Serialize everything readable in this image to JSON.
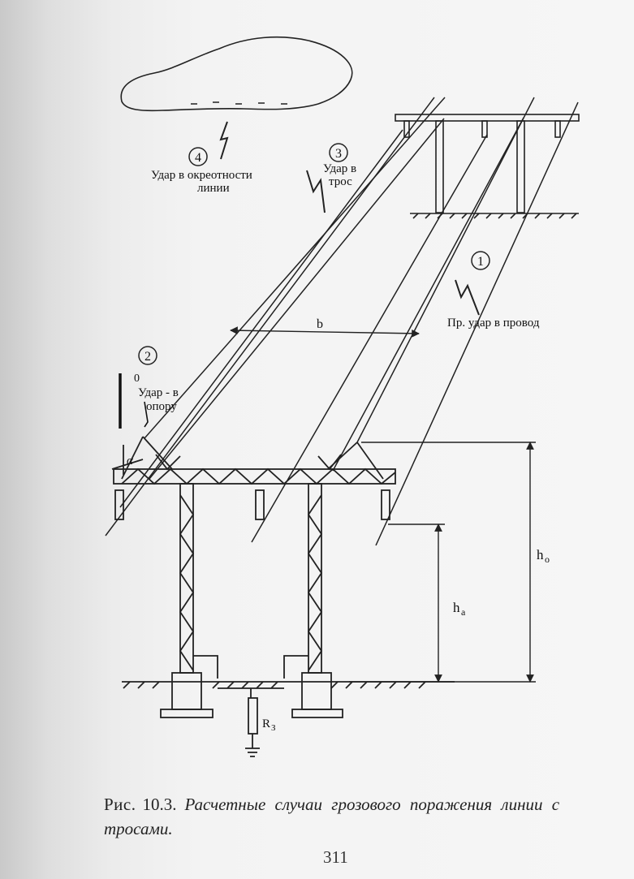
{
  "figure": {
    "labels": {
      "case1_num": "1",
      "case1_text": "Пр. удар в провод",
      "case2_num": "2",
      "case2_zero": "0",
      "case2_line1": "Удар - в",
      "case2_line2": "опору",
      "case3_num": "3",
      "case3_line1": "Удар в",
      "case3_line2": "трос",
      "case4_num": "4",
      "case4_line1": "Удар в окреотности",
      "case4_line2": "линии",
      "span_b": "b",
      "alpha": "α",
      "h_o": "h",
      "h_o_sub": "о",
      "h_a": "h",
      "h_a_sub": "a",
      "r_z": "R",
      "r_z_sub": "З"
    }
  },
  "caption": {
    "label": "Рис.",
    "number": "10.3.",
    "text": "Расчетные случаи грозового поражения линии с тросами."
  },
  "page_number": "311"
}
